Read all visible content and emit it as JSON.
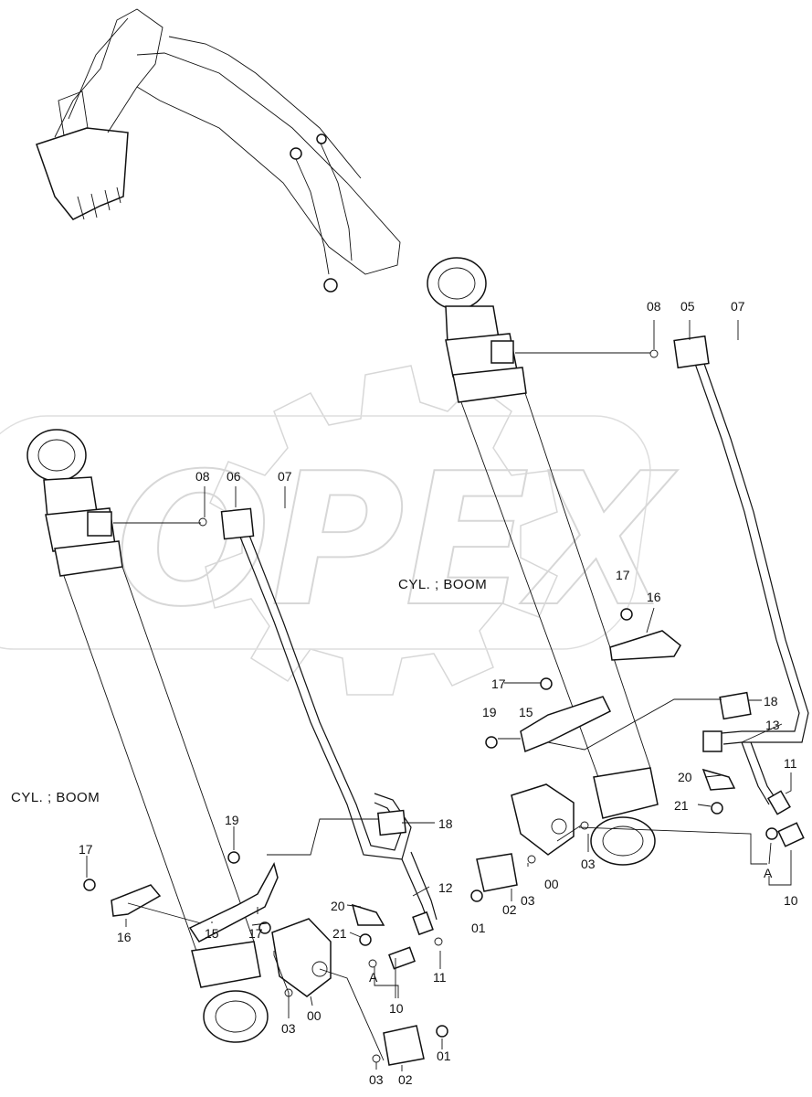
{
  "watermark": {
    "text": "OPEX"
  },
  "corner_mark": "",
  "captions": {
    "left": "CYL. ; BOOM",
    "right": "CYL. ; BOOM"
  },
  "callouts": {
    "r08": "08",
    "r05": "05",
    "r07": "07",
    "r17a": "17",
    "r16": "16",
    "r17b": "17",
    "r19": "19",
    "r15": "15",
    "r18": "18",
    "r13": "13",
    "r20": "20",
    "r21": "21",
    "r11": "11",
    "r00": "00",
    "r03a": "03",
    "r03b": "03",
    "r02": "02",
    "r01": "01",
    "rA": "A",
    "r10": "10",
    "l08": "08",
    "l06": "06",
    "l07": "07",
    "l19": "19",
    "l18": "18",
    "l17a": "17",
    "l16": "16",
    "l15": "15",
    "l17b": "17",
    "l12": "12",
    "l20": "20",
    "l21": "21",
    "lA": "A",
    "l11": "11",
    "l10": "10",
    "l03a": "03",
    "l00": "00",
    "l03b": "03",
    "l02": "02",
    "l01": "01"
  }
}
